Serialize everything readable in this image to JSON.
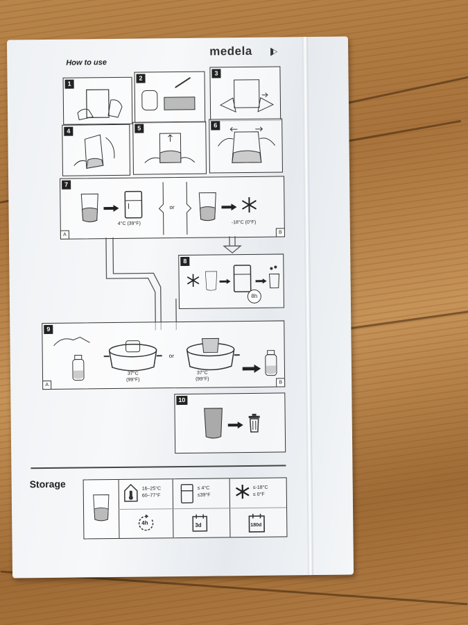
{
  "header": {
    "title": "How to use",
    "brand": "medela"
  },
  "steps": {
    "s1": "1",
    "s2": "2",
    "s3": "3",
    "s4": "4",
    "s5": "5",
    "s6": "6",
    "s7": "7",
    "s8": "8",
    "s9": "9",
    "s10": "10"
  },
  "step7": {
    "fridge_temp": "4°C (39°F)",
    "or": "or",
    "freezer_temp": "-18°C (0°F)",
    "a": "A",
    "b": "B"
  },
  "step8": {
    "hours": "8h"
  },
  "step9": {
    "temp_a": "37°C",
    "temp_a_f": "(99°F)",
    "or": "or",
    "temp_b": "37°C",
    "temp_b_f": "(99°F)",
    "a": "A",
    "b": "B"
  },
  "storage": {
    "title": "Storage",
    "room_temp": "16–25°C",
    "room_temp_f": "60–77°F",
    "room_time": "4h",
    "fridge_c": "≤  4°C",
    "fridge_f": "≤39°F",
    "fridge_time": "3d",
    "freezer_c": "≤-18°C",
    "freezer_f": "≤    0°F",
    "freezer_time": "180d"
  },
  "icons": [
    "medela-logo-icon",
    "snowflake-icon",
    "fridge-icon",
    "bag-icon",
    "arrow-icon",
    "trash-icon",
    "pot-icon",
    "bottle-icon",
    "thermometer-house-icon",
    "clock-icon",
    "calendar-icon",
    "hand-icon"
  ]
}
